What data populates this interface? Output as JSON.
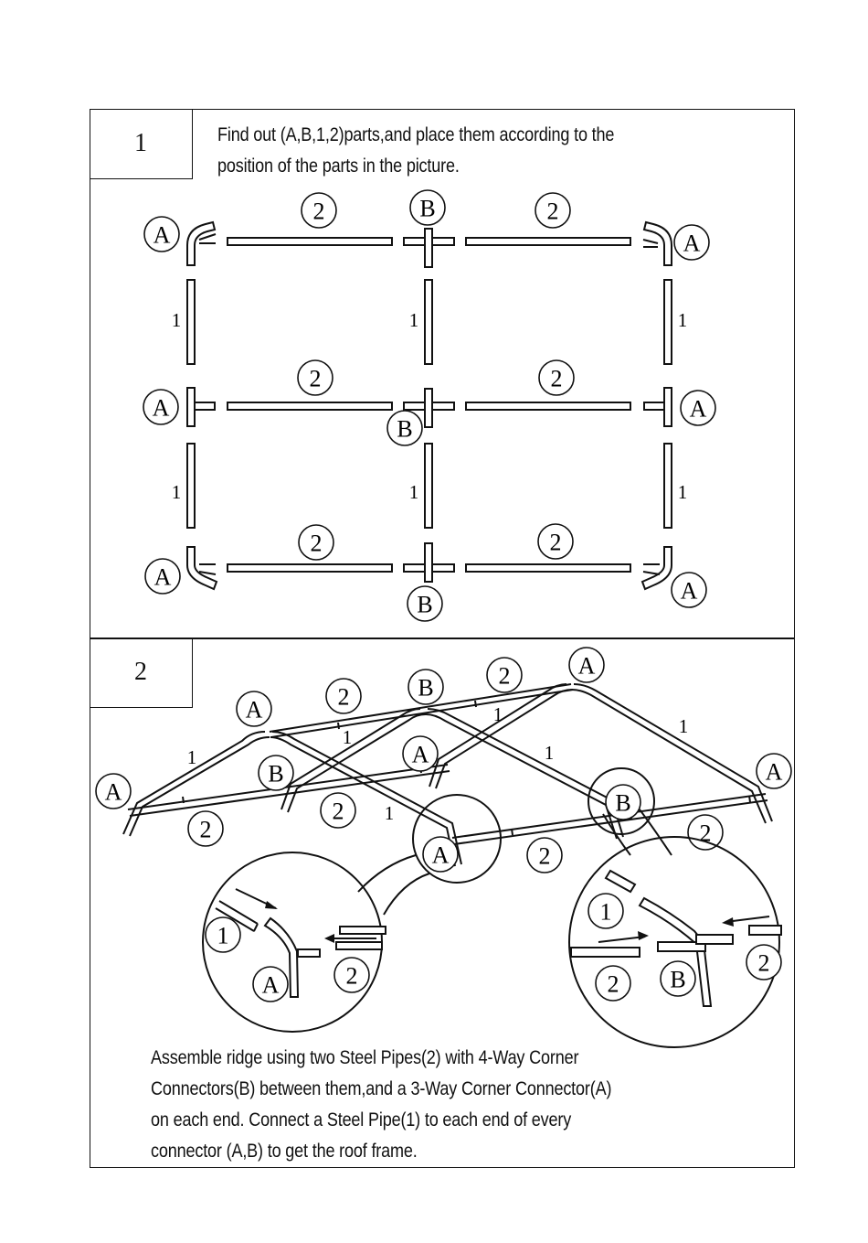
{
  "step1": {
    "number": "1",
    "instruction_line1": "Find out (A,B,1,2)parts,and place them according to the",
    "instruction_line2": "position of the parts in the picture."
  },
  "step2": {
    "number": "2",
    "instruction_line1": "Assemble ridge using two Steel Pipes(2) with 4-Way Corner",
    "instruction_line2": "Connectors(B) between them,and a 3-Way Corner Connector(A)",
    "instruction_line3": "on each end. Connect a Steel Pipe(1) to each end of every",
    "instruction_line4": "connector (A,B) to get the roof frame."
  },
  "labels": {
    "corner_connector": "A",
    "four_way_connector": "B",
    "steel_pipe_long": "2",
    "steel_pipe_short": "1"
  }
}
